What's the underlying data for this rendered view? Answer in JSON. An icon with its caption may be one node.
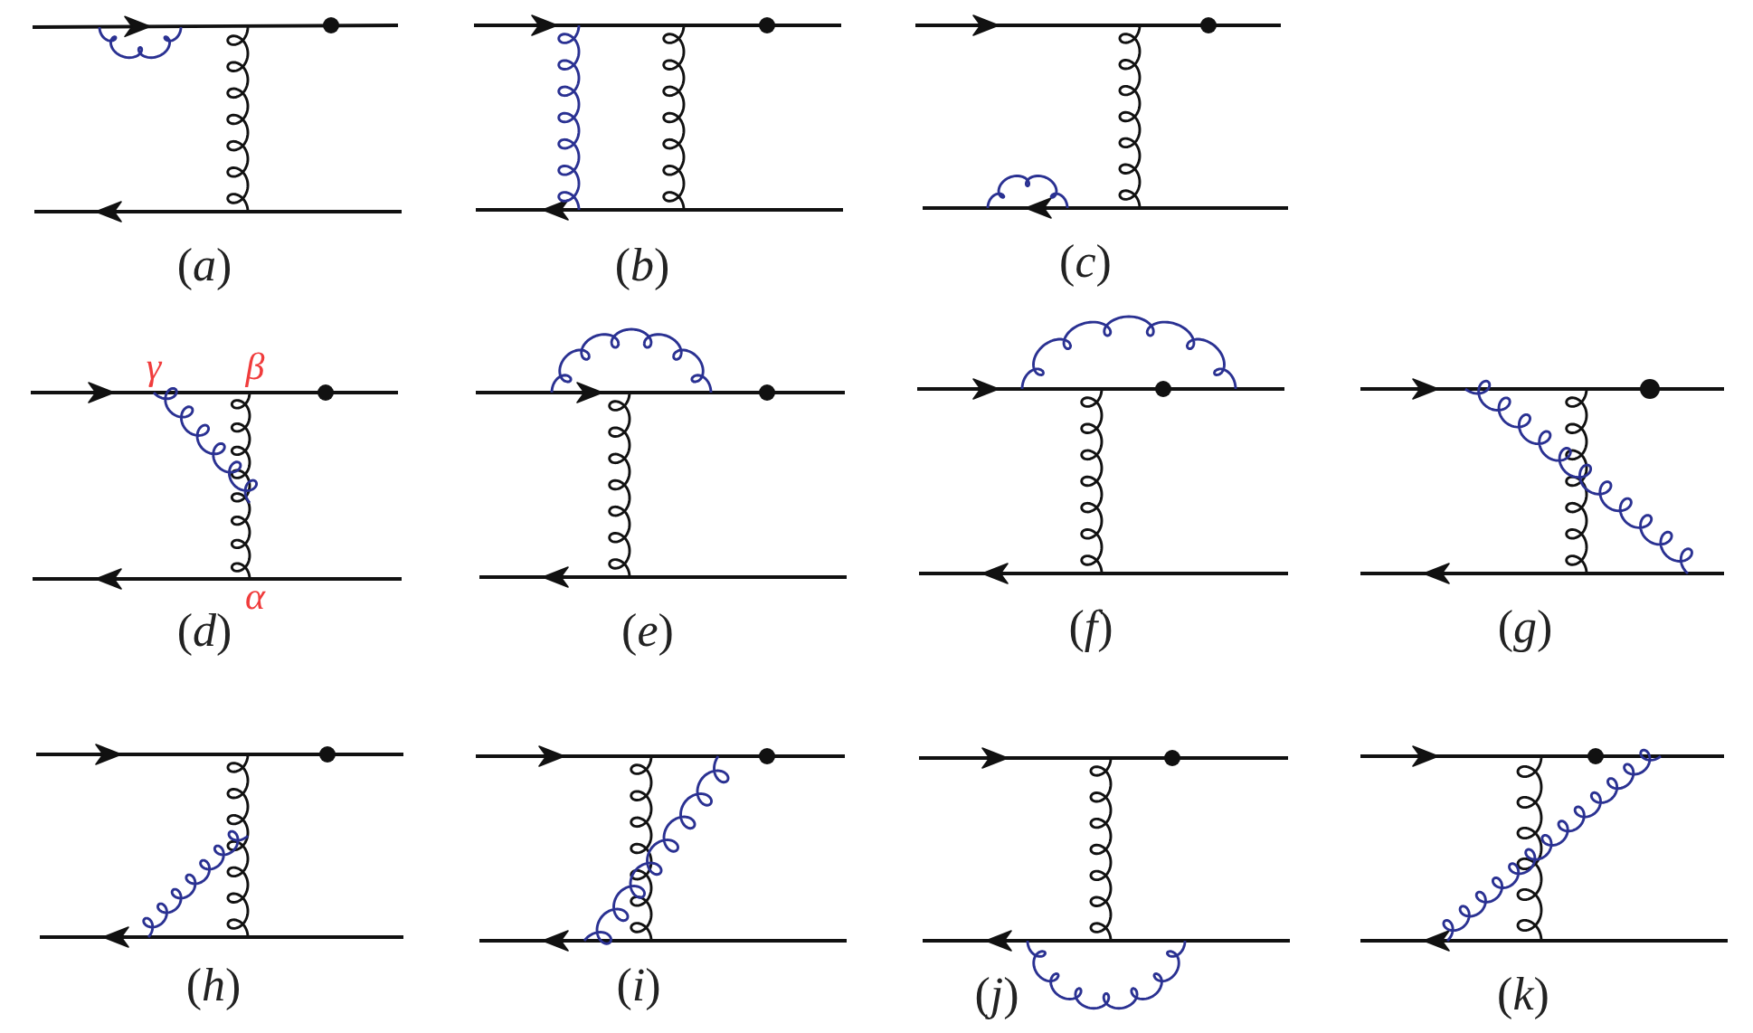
{
  "diagram": {
    "labels": [
      "(*a*)",
      "(*b*)",
      "(*c*)",
      "γ",
      "β",
      "α",
      "(*d*)",
      "(*e*)",
      "(*f*)",
      "(*g*)",
      "(*h*)",
      "(*i*)",
      "(*j*)",
      "(*k*)"
    ]
  }
}
